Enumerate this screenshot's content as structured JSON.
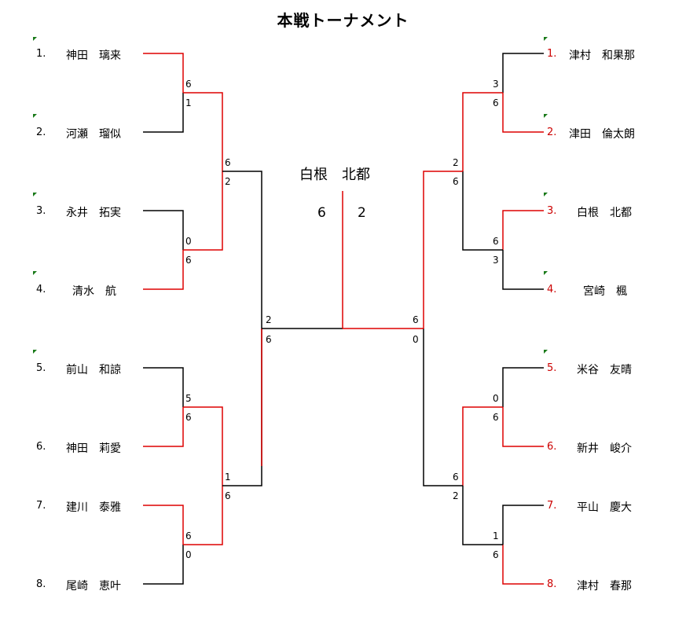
{
  "title": "本戦トーナメント",
  "left_players": [
    {
      "num": "1.",
      "name": "神田　璃来"
    },
    {
      "num": "2.",
      "name": "河瀬　瑠似"
    },
    {
      "num": "3.",
      "name": "永井　拓実"
    },
    {
      "num": "4.",
      "name": "清水　航"
    },
    {
      "num": "5.",
      "name": "前山　和諒"
    },
    {
      "num": "6.",
      "name": "神田　莉愛"
    },
    {
      "num": "7.",
      "name": "建川　泰雅"
    },
    {
      "num": "8.",
      "name": "尾崎　恵叶"
    }
  ],
  "right_players": [
    {
      "num": "1.",
      "name": "津村　和果那"
    },
    {
      "num": "2.",
      "name": "津田　倫太朗"
    },
    {
      "num": "3.",
      "name": "白根　北都"
    },
    {
      "num": "4.",
      "name": "宮崎　楓"
    },
    {
      "num": "5.",
      "name": "米谷　友晴"
    },
    {
      "num": "6.",
      "name": "新井　峻介"
    },
    {
      "num": "7.",
      "name": "平山　慶大"
    },
    {
      "num": "8.",
      "name": "津村　春那"
    }
  ],
  "scores": {
    "l_r1_m1": [
      "6",
      "1"
    ],
    "l_r1_m2": [
      "0",
      "6"
    ],
    "l_r1_m3": [
      "5",
      "6"
    ],
    "l_r1_m4": [
      "6",
      "0"
    ],
    "l_r2_m1": [
      "6",
      "2"
    ],
    "l_r2_m2": [
      "1",
      "6"
    ],
    "l_sf": [
      "2",
      "6"
    ],
    "r_r1_m1": [
      "3",
      "6"
    ],
    "r_r1_m2": [
      "6",
      "3"
    ],
    "r_r1_m3": [
      "0",
      "6"
    ],
    "r_r1_m4": [
      "1",
      "6"
    ],
    "r_r2_m1": [
      "2",
      "6"
    ],
    "r_r2_m2": [
      "6",
      "2"
    ],
    "r_sf": [
      "6",
      "0"
    ]
  },
  "final": {
    "champion": "白根　北都",
    "score_left": "6",
    "score_right": "2"
  },
  "colors": {
    "winner_line": "#dd0000",
    "loser_line": "#000000",
    "flag": "#1a7a1a"
  }
}
